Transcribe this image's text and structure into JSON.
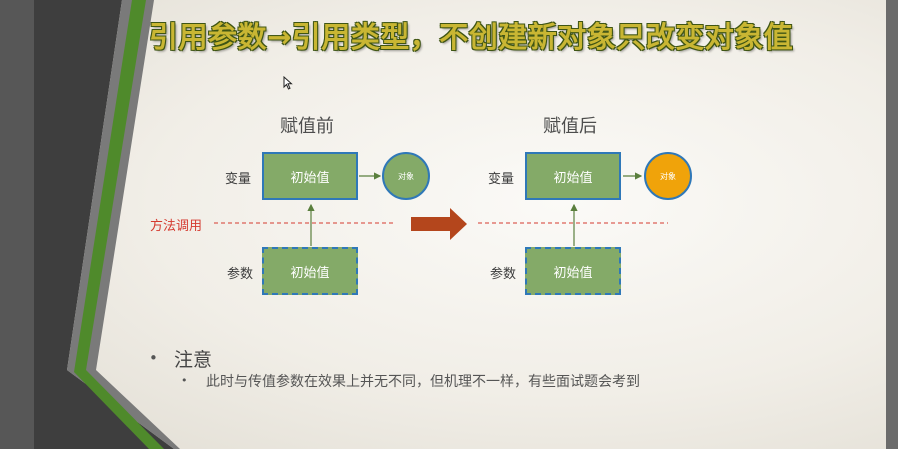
{
  "slide": {
    "title": "引用参数→引用类型，不创建新对象只改变对象值"
  },
  "before": {
    "heading": "赋值前",
    "variable_label": "变量",
    "param_label": "参数",
    "variable_box": "初始值",
    "param_box": "初始值",
    "object": "对象",
    "object_color": "#84aa68"
  },
  "after": {
    "heading": "赋值后",
    "variable_label": "变量",
    "param_label": "参数",
    "variable_box": "初始值",
    "param_box": "初始值",
    "object": "对象",
    "object_color": "#f0a30a"
  },
  "method_call_label": "方法调用",
  "colors": {
    "accent_green": "#4f8a2b",
    "box_fill": "#84aa68",
    "box_border": "#2f78b8",
    "call_red": "#d53a2f",
    "arrow_brown": "#b4461c"
  },
  "notes": {
    "bullet": "•",
    "title": "注意",
    "sub_bullet": "•",
    "text": "此时与传值参数在效果上并无不同，但机理不一样，有些面试题会考到"
  }
}
